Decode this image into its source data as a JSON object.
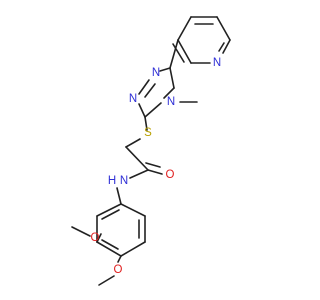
{
  "colors": {
    "bond": "#222222",
    "carbon": "#222222",
    "nitrogen": "#2f2fd6",
    "oxygen": "#e02020",
    "sulfur": "#b8a000",
    "background": "#ffffff"
  },
  "atom_labels": {
    "pyridine_n": "N",
    "triazole_n1": "N",
    "triazole_n2": "N",
    "triazole_n4": "N",
    "sulfur": "S",
    "carbonyl_o": "O",
    "amide_n": "N",
    "amide_h": "H",
    "methoxy_o1": "O",
    "methoxy_o2": "O"
  }
}
